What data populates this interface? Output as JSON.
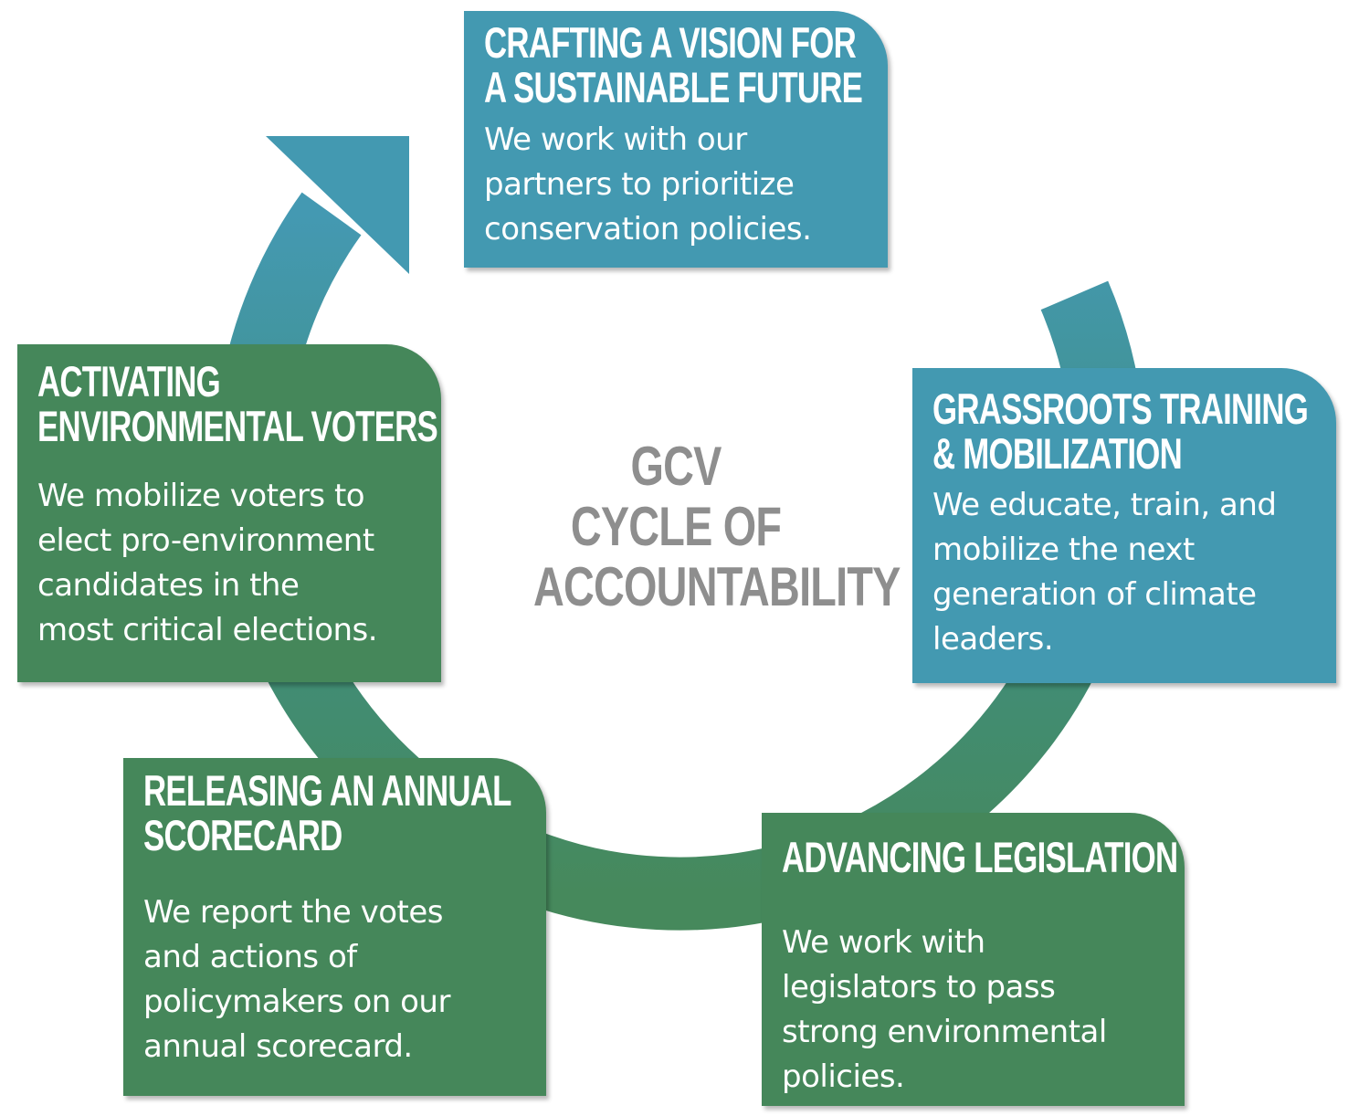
{
  "colors": {
    "blue_card": "#4399b1",
    "green_card": "#45875a",
    "ring_blue": "#4499b2",
    "ring_teal": "#3f8e7e",
    "ring_green": "#46895c",
    "center_title": "#8e8e8e"
  },
  "center": {
    "lines": [
      "GCV",
      "CYCLE OF",
      "ACCOUNTABILITY"
    ]
  },
  "cards": {
    "vision": {
      "title_lines": [
        "CRAFTING A VISION FOR",
        "A SUSTAINABLE FUTURE"
      ],
      "text_lines": [
        "We work with our",
        "partners to prioritize",
        "conservation policies."
      ]
    },
    "grassroots": {
      "title_lines": [
        "GRASSROOTS TRAINING",
        "& MOBILIZATION"
      ],
      "text_lines": [
        "We educate, train, and",
        "mobilize the next",
        "generation of climate",
        "leaders."
      ]
    },
    "legislation": {
      "title_lines": [
        "ADVANCING LEGISLATION"
      ],
      "text_lines": [
        "We work with",
        "legislators to pass",
        "strong environmental",
        "policies."
      ]
    },
    "scorecard": {
      "title_lines": [
        "RELEASING AN ANNUAL",
        "SCORECARD"
      ],
      "text_lines": [
        "We report the votes",
        "and actions of",
        "policymakers on our",
        "annual scorecard."
      ]
    },
    "voters": {
      "title_lines": [
        "ACTIVATING",
        "ENVIRONMENTAL VOTERS"
      ],
      "text_lines": [
        "We mobilize voters to",
        "elect pro-environment",
        "candidates in the",
        "most critical elections."
      ]
    }
  }
}
